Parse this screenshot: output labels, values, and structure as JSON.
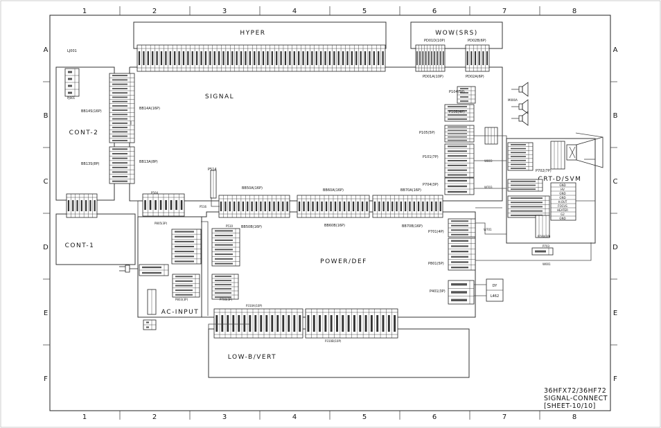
{
  "frame": {
    "columns": [
      "1",
      "2",
      "3",
      "4",
      "5",
      "6",
      "7",
      "8"
    ],
    "rows": [
      "A",
      "B",
      "C",
      "D",
      "E",
      "F"
    ]
  },
  "boards": {
    "hyper": "HYPER",
    "wow": "WOW(SRS)",
    "signal": "SIGNAL",
    "cont2": "CONT-2",
    "cont1": "CONT-1",
    "power_def": "POWER/DEF",
    "ac_input": "AC-INPUT",
    "low_b_vert": "LOW-B/VERT",
    "crt_d_svm": "CRT-D/SVM"
  },
  "connectors": {
    "pd01d": "PD01D(10P)",
    "pd02b": "PD02B(6P)",
    "pd01a": "PD01A(10P)",
    "pd02a": "PD02A(6P)",
    "lj001": "LJ001",
    "pj001": "PJ001",
    "bb14s": "BB14S(16P)",
    "bb14a": "BB14A(16P)",
    "bb13s": "BB13S(8P)",
    "bb13a": "BB13A(8P)",
    "p514": "P514",
    "bb50a": "BB50A(16P)",
    "bb60a": "BB60A(16P)",
    "bb70a": "BB70A(16P)",
    "bb50b": "BB50B(16P)",
    "bb60b": "BB60B(16P)",
    "bb70b": "BB70B(16P)",
    "p104": "P104(5P)",
    "p106": "P106(4P)",
    "m000a": "M000A",
    "p105": "P105(5P)",
    "p101": "P101(7P)",
    "p702": "P702(7P)",
    "p704": "P704(3P)",
    "p701": "P701(4P)",
    "p801": "P801(5P)",
    "p401": "P401(3P)",
    "w803": "W803",
    "w703": "W703",
    "w701": "W701",
    "w001": "W001",
    "p510": "P510",
    "p805": "P805(3P)",
    "p803": "P803(3P)",
    "p700": "P700(3P)",
    "p703": "P703",
    "p516": "P516",
    "p504": "P504",
    "p7a0": "P7A0(3P)",
    "p310a": "P310A(10P)",
    "p310b": "P310B(10P)",
    "dy": "DY",
    "l462": "L462",
    "crt_pins": [
      "GND",
      "HV",
      "GND",
      "GND",
      "H.OUT",
      "FOCUS",
      "HEATER",
      "G2",
      "GND"
    ]
  },
  "title_block": {
    "models": "36HFX72/36HF72",
    "title": "SIGNAL-CONNECT",
    "sheet": "[SHEET-10/10]"
  }
}
